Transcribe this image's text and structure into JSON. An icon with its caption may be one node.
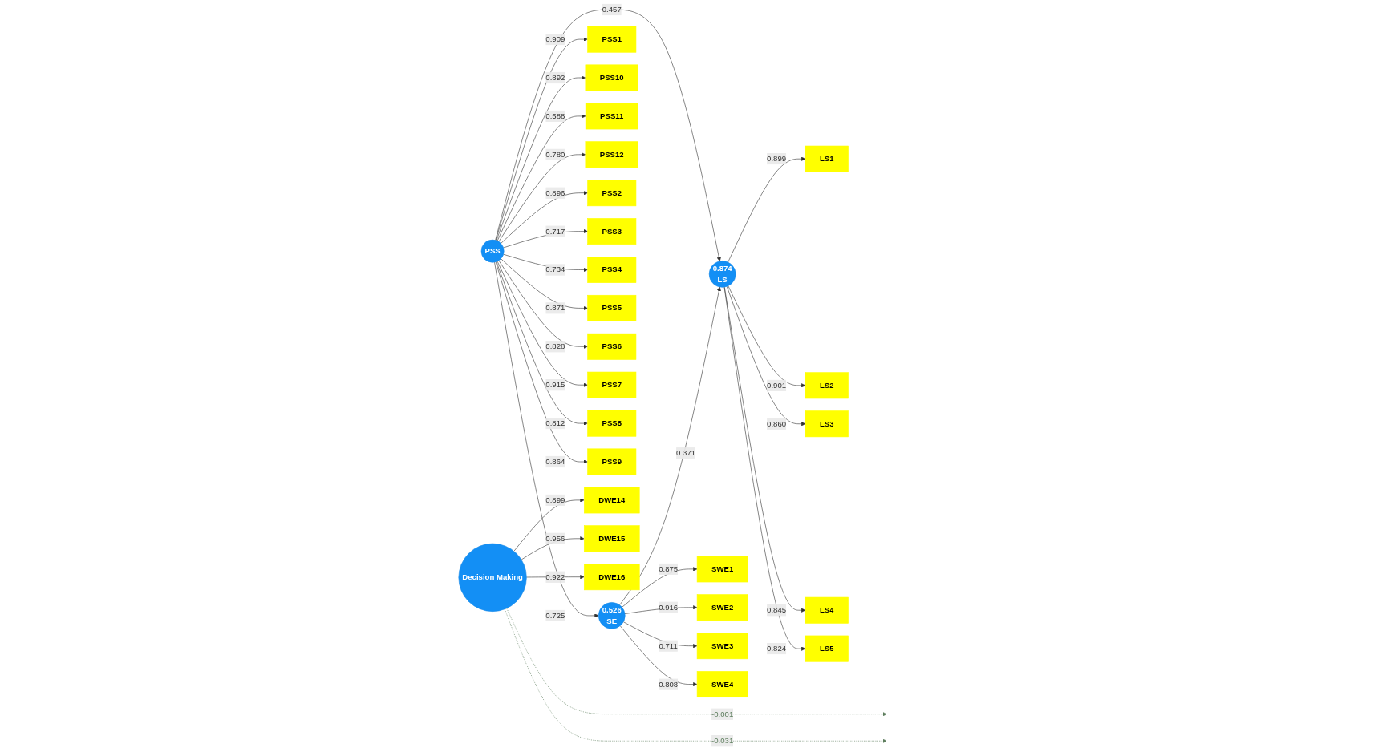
{
  "diagram": {
    "nodes": [
      {
        "text": [
          "PSS"
        ]
      },
      {
        "text": [
          "0.526",
          "SE"
        ]
      },
      {
        "text": [
          "0.874",
          "LS"
        ]
      },
      {
        "text": [
          "Decision Making"
        ]
      },
      {
        "text": [
          "PSS1"
        ]
      },
      {
        "text": [
          "PSS10"
        ]
      },
      {
        "text": [
          "PSS11"
        ]
      },
      {
        "text": [
          "PSS12"
        ]
      },
      {
        "text": [
          "PSS2"
        ]
      },
      {
        "text": [
          "PSS3"
        ]
      },
      {
        "text": [
          "PSS4"
        ]
      },
      {
        "text": [
          "PSS5"
        ]
      },
      {
        "text": [
          "PSS6"
        ]
      },
      {
        "text": [
          "PSS7"
        ]
      },
      {
        "text": [
          "PSS8"
        ]
      },
      {
        "text": [
          "PSS9"
        ]
      },
      {
        "text": [
          "SWE1"
        ]
      },
      {
        "text": [
          "SWE2"
        ]
      },
      {
        "text": [
          "SWE3"
        ]
      },
      {
        "text": [
          "SWE4"
        ]
      },
      {
        "text": [
          "LS1"
        ]
      },
      {
        "text": [
          "LS2"
        ]
      },
      {
        "text": [
          "LS3"
        ]
      },
      {
        "text": [
          "LS4"
        ]
      },
      {
        "text": [
          "LS5"
        ]
      },
      {
        "text": [
          "DWE14"
        ]
      },
      {
        "text": [
          "DWE15"
        ]
      },
      {
        "text": [
          "DWE16"
        ]
      }
    ],
    "edges": [
      {
        "from": 0,
        "to": 1,
        "arrow": "to",
        "label": "0.725"
      },
      {
        "from": 1,
        "to": 2,
        "arrow": "to",
        "label": "0.371"
      },
      {
        "from": 0,
        "to": 2,
        "arrow": "to",
        "label": "0.457"
      },
      {
        "from": 3,
        "to": null,
        "arrow": "to",
        "label": "-0.001",
        "style": "dashed",
        "color": "#5f7f5f"
      },
      {
        "from": 3,
        "to": null,
        "arrow": "to",
        "label": "-0.031",
        "style": "dashed",
        "color": "#5f7f5f"
      },
      {
        "from": 0,
        "to": 4,
        "arrow": "to",
        "label": "0.909"
      },
      {
        "from": 0,
        "to": 5,
        "arrow": "to",
        "label": "0.892"
      },
      {
        "from": 0,
        "to": 6,
        "arrow": "to",
        "label": "0.588"
      },
      {
        "from": 0,
        "to": 7,
        "arrow": "to",
        "label": "0.780"
      },
      {
        "from": 0,
        "to": 8,
        "arrow": "to",
        "label": "0.896"
      },
      {
        "from": 0,
        "to": 9,
        "arrow": "to",
        "label": "0.717"
      },
      {
        "from": 0,
        "to": 10,
        "arrow": "to",
        "label": "0.734"
      },
      {
        "from": 0,
        "to": 11,
        "arrow": "to",
        "label": "0.871"
      },
      {
        "from": 0,
        "to": 12,
        "arrow": "to",
        "label": "0.828"
      },
      {
        "from": 0,
        "to": 13,
        "arrow": "to",
        "label": "0.915"
      },
      {
        "from": 0,
        "to": 14,
        "arrow": "to",
        "label": "0.812"
      },
      {
        "from": 0,
        "to": 15,
        "arrow": "to",
        "label": "0.864"
      },
      {
        "from": 1,
        "to": 16,
        "arrow": "to",
        "label": "0.875"
      },
      {
        "from": 1,
        "to": 17,
        "arrow": "to",
        "label": "0.916"
      },
      {
        "from": 1,
        "to": 18,
        "arrow": "to",
        "label": "0.711"
      },
      {
        "from": 1,
        "to": 19,
        "arrow": "to",
        "label": "0.808"
      },
      {
        "from": 2,
        "to": 20,
        "arrow": "to",
        "label": "0.899"
      },
      {
        "from": 2,
        "to": 21,
        "arrow": "to",
        "label": "0.901"
      },
      {
        "from": 2,
        "to": 22,
        "arrow": "to",
        "label": "0.860"
      },
      {
        "from": 2,
        "to": 23,
        "arrow": "to",
        "label": "0.845"
      },
      {
        "from": 2,
        "to": 24,
        "arrow": "to",
        "label": "0.824"
      },
      {
        "from": 3,
        "to": 25,
        "arrow": "to",
        "label": "0.899"
      },
      {
        "from": 3,
        "to": 26,
        "arrow": "to",
        "label": "0.956"
      },
      {
        "from": 3,
        "to": 27,
        "arrow": "to",
        "label": "0.922"
      }
    ]
  }
}
